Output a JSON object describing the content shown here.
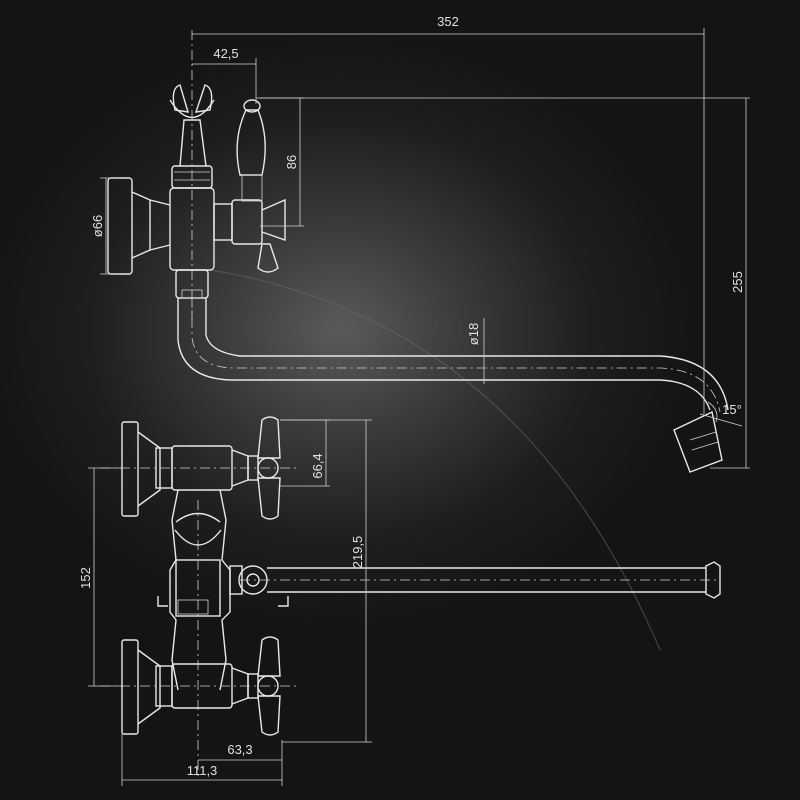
{
  "dimensions": {
    "total_length": "352",
    "holder_offset": "42,5",
    "handle_height": "86",
    "flange_diameter": "ø66",
    "spout_diameter": "ø18",
    "total_height": "255",
    "spout_angle": "15°",
    "valve_spacing": "66,4",
    "overall_height": "219,5",
    "center_distance": "152",
    "handle_depth": "63,3",
    "total_depth": "111,3"
  },
  "colors": {
    "background": "#141414",
    "line": "#e8e8e8",
    "text": "#e0e0e0"
  }
}
